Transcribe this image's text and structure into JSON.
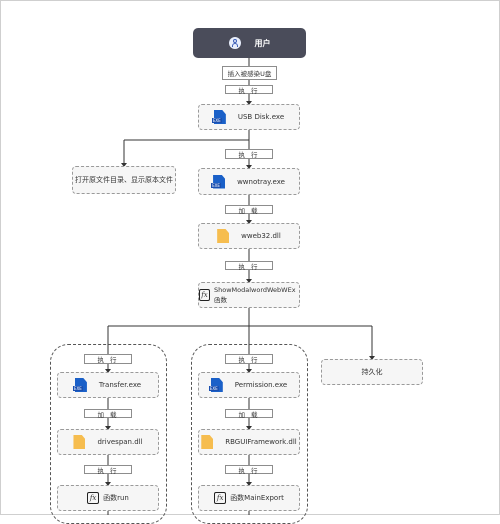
{
  "user": {
    "label": "用户"
  },
  "insert": {
    "label": "插入被感染U盘"
  },
  "labels": {
    "exec": "执 行",
    "load": "加 载"
  },
  "nodes": {
    "usb_disk": "USB Disk.exe",
    "open_folder": "打开原文件目录、显示原本文件",
    "wwnotray": "wwnotray.exe",
    "wweb32": "wweb32.dll",
    "show_modal": "ShowModalwordWebWEx函数",
    "persist": "持久化",
    "transfer": "Transfer.exe",
    "drivespan": "drivespan.dll",
    "func_run": "函数run",
    "permission": "Permission.exe",
    "rbgui": "RBGUIFramework.dll",
    "func_mainexport": "函数MainExport"
  },
  "icons": {
    "exe_tag": "EXE",
    "fx": "fx"
  },
  "colors": {
    "user_bg": "#4a4c5a",
    "exe_icon": "#1a60c8",
    "dll_icon": "#f6bd4f"
  }
}
